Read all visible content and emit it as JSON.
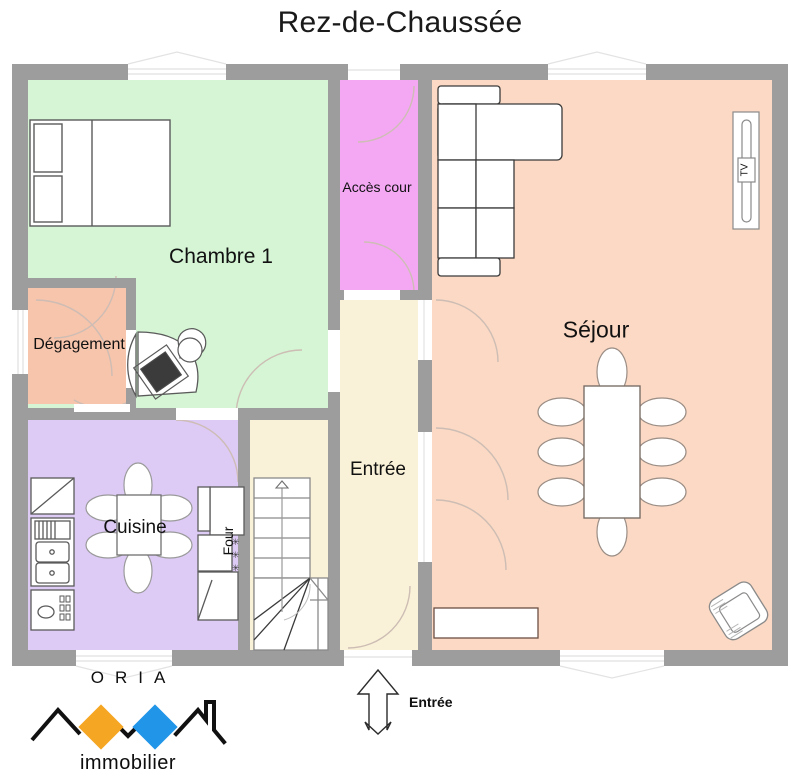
{
  "title": "Rez-de-Chaussée",
  "rooms": [
    {
      "key": "chambre",
      "label": "Chambre 1",
      "color": "#d5f5d5"
    },
    {
      "key": "acces",
      "label": "Accès cour",
      "color": "#f4a8f4"
    },
    {
      "key": "sejour",
      "label": "Séjour",
      "color": "#fbd9c4"
    },
    {
      "key": "degagement",
      "label": "Dégagement",
      "color": "#f7c4ac"
    },
    {
      "key": "cuisine",
      "label": "Cuisine",
      "color": "#ddcaf5"
    },
    {
      "key": "entree",
      "label": "Entrée",
      "color": "#faf2d8"
    }
  ],
  "fixtures": {
    "oven_label": "Four",
    "tv_label": "TV"
  },
  "annotations": {
    "entrance_arrow_label": "Entrée"
  },
  "logo": {
    "name": "ORIA",
    "tagline": "immobilier",
    "diamond_left_color": "#f5a623",
    "diamond_right_color": "#2196e8",
    "line_color": "#111111"
  },
  "colors": {
    "wall": "#9d9d9d",
    "window": "#ffffff",
    "furniture_stroke": "#3a3a3a",
    "furniture_fill": "#ffffff",
    "door_swing": "#c9b9b0",
    "background": "#ffffff"
  }
}
